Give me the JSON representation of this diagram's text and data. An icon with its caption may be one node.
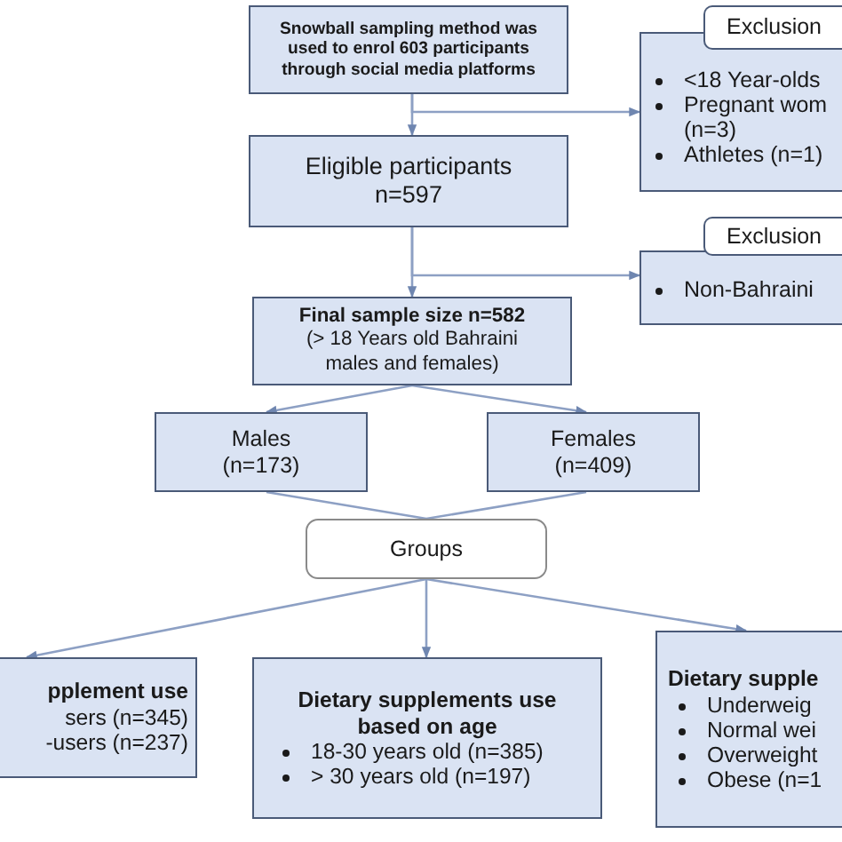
{
  "diagram": {
    "nodes": [
      {
        "text": [
          "Snowball sampling method was used to enrol 603 participants through social media platforms"
        ]
      },
      {
        "text": [
          "Eligible participants n=597"
        ]
      },
      {
        "text": [
          "Exclusion"
        ]
      },
      {
        "text": [
          "<18 Year-olds",
          "Pregnant wom (n=3)",
          "Athletes (n=1)"
        ]
      },
      {
        "text": [
          "Exclusion"
        ]
      },
      {
        "text": [
          "Non-Bahraini"
        ]
      },
      {
        "text": [
          "Final sample size n=582",
          "(> 18 Years old Bahraini males and females)"
        ]
      },
      {
        "text": [
          "Males (n=173)"
        ]
      },
      {
        "text": [
          "Females (n=409)"
        ]
      },
      {
        "text": [
          "Groups"
        ]
      },
      {
        "text": [
          "pplement use",
          "sers (n=345)",
          "-users (n=237)"
        ]
      },
      {
        "text": [
          "Dietary supplements use based on age",
          "18-30 years old (n=385)",
          "> 30 years old (n=197)"
        ]
      },
      {
        "text": [
          "Dietary supple",
          "Underweig",
          "Normal wei",
          "Overweight",
          "Obese (n=1"
        ]
      }
    ],
    "edges": [
      {
        "from": 0,
        "to": 1,
        "arrow": "to"
      },
      {
        "from": 0,
        "to": 3,
        "arrow": "to"
      },
      {
        "from": 1,
        "to": 6,
        "arrow": "to"
      },
      {
        "from": 1,
        "to": 5,
        "arrow": "to"
      },
      {
        "from": 6,
        "to": 7,
        "arrow": "to"
      },
      {
        "from": 6,
        "to": 8,
        "arrow": "to"
      },
      {
        "from": 7,
        "to": 9,
        "arrow": "none"
      },
      {
        "from": 8,
        "to": 9,
        "arrow": "none"
      },
      {
        "from": 9,
        "to": 10,
        "arrow": "to"
      },
      {
        "from": 9,
        "to": 11,
        "arrow": "to"
      },
      {
        "from": 9,
        "to": 12,
        "arrow": "to"
      }
    ]
  }
}
